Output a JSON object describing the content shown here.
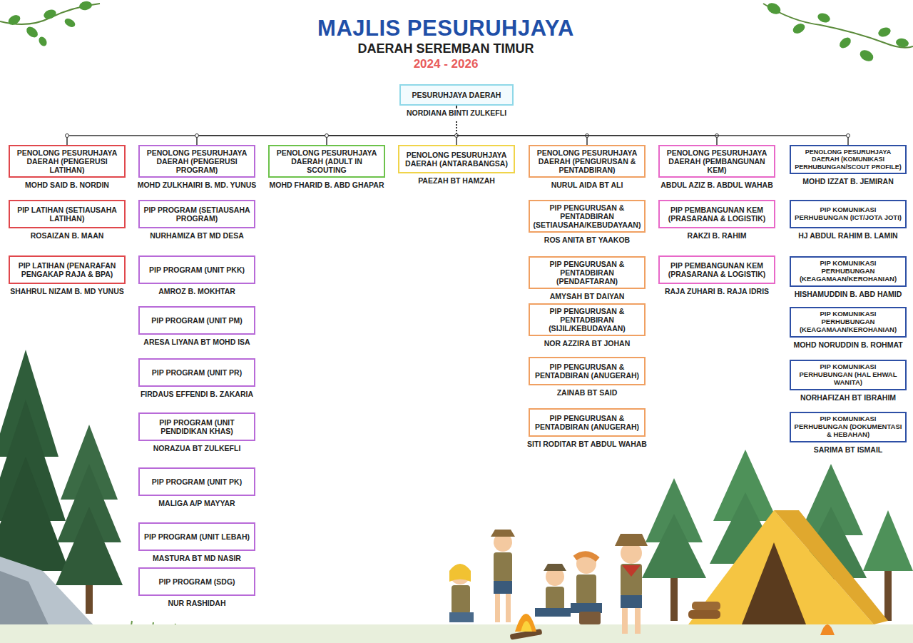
{
  "diagram": {
    "title": "MAJLIS PESURUHJAYA",
    "nodes": [
      {
        "text": [
          "PESURUHJAYA DAERAH",
          "NORDIANA BINTI ZULKEFLI"
        ]
      },
      {
        "text": [
          "PENOLONG PESURUHJAYA DAERAH (PENGERUSI LATIHAN)",
          "MOHD SAID B. NORDIN"
        ]
      },
      {
        "text": [
          "PENOLONG PESURUHJAYA DAERAH (PENGERUSI PROGRAM)",
          "MOHD ZULKHAIRI B. MD. YUNUS"
        ]
      },
      {
        "text": [
          "PENOLONG PESURUHJAYA DAERAH (ADULT IN SCOUTING",
          "MOHD FHARID B. ABD GHAPAR"
        ]
      },
      {
        "text": [
          "PENOLONG PESURUHJAYA DAERAH (ANTARABANGSA)",
          "PAEZAH BT HAMZAH"
        ]
      },
      {
        "text": [
          "PENOLONG PESURUHJAYA DAERAH (PENGURUSAN & PENTADBIRAN)",
          "NURUL AIDA BT ALI"
        ]
      },
      {
        "text": [
          "PENOLONG PESURUHJAYA DAERAH (PEMBANGUNAN KEM)",
          "ABDUL AZIZ B. ABDUL WAHAB"
        ]
      },
      {
        "text": [
          "PENOLONG PESURUHJAYA DAERAH (KOMUNIKASI PERHUBUNGAN/SCOUT PROFILE)",
          "MOHD IZZAT B. JEMIRAN"
        ]
      },
      {
        "text": [
          "PIP LATIHAN (SETIAUSAHA LATIHAN)",
          "ROSAIZAN B. MAAN"
        ]
      },
      {
        "text": [
          "PIP LATIHAN (PENARAFAN PENGAKAP RAJA & BPA)",
          "SHAHRUL NIZAM B. MD YUNUS"
        ]
      },
      {
        "text": [
          "PIP PROGRAM (SETIAUSAHA PROGRAM)",
          "NURHAMIZA BT MD DESA"
        ]
      },
      {
        "text": [
          "PIP PROGRAM (UNIT PKK)",
          "AMROZ B. MOKHTAR"
        ]
      },
      {
        "text": [
          "PIP PROGRAM (UNIT PM)",
          "ARESA LIYANA BT MOHD ISA"
        ]
      },
      {
        "text": [
          "PIP PROGRAM (UNIT PR)",
          "FIRDAUS EFFENDI B. ZAKARIA"
        ]
      },
      {
        "text": [
          "PIP PROGRAM (UNIT PENDIDIKAN KHAS)",
          "NORAZUA BT ZULKEFLI"
        ]
      },
      {
        "text": [
          "PIP PROGRAM (UNIT PK)",
          "MALIGA A/P MAYYAR"
        ]
      },
      {
        "text": [
          "PIP PROGRAM (UNIT LEBAH)",
          "MASTURA BT MD NASIR"
        ]
      },
      {
        "text": [
          "PIP PROGRAM (SDG)",
          "NUR RASHIDAH"
        ]
      },
      {
        "text": [
          "PIP PENGURUSAN & PENTADBIRAN (SETIAUSAHA/KEBUDAYAAN)",
          "ROS ANITA BT YAAKOB"
        ]
      },
      {
        "text": [
          "PIP PENGURUSAN & PENTADBIRAN (PENDAFTARAN)",
          "AMYSAH BT DAIYAN"
        ]
      },
      {
        "text": [
          "PIP PENGURUSAN & PENTADBIRAN (SIJIL/KEBUDAYAAN)",
          "NOR AZZIRA BT JOHAN"
        ]
      },
      {
        "text": [
          "PIP PENGURUSAN & PENTADBIRAN (ANUGERAH)",
          "ZAINAB BT SAID"
        ]
      },
      {
        "text": [
          "PIP PENGURUSAN & PENTADBIRAN (ANUGERAH)",
          "SITI RODITAR BT ABDUL WAHAB"
        ]
      },
      {
        "text": [
          "PIP PEMBANGUNAN KEM (PRASARANA & LOGISTIK)",
          "RAKZI B. RAHIM"
        ]
      },
      {
        "text": [
          "PIP PEMBANGUNAN KEM (PRASARANA & LOGISTIK)",
          "RAJA ZUHARI B. RAJA IDRIS"
        ]
      },
      {
        "text": [
          "PIP KOMUNIKASI PERHUBUNGAN (ICT/JOTA JOTI)",
          "HJ ABDUL RAHIM B. LAMIN"
        ]
      },
      {
        "text": [
          "PIP KOMUNIKASI PERHUBUNGAN (KEAGAMAAN/KEROHANIAN)",
          "HISHAMUDDIN B. ABD HAMID"
        ]
      },
      {
        "text": [
          "PIP KOMUNIKASI PERHUBUNGAN (KEAGAMAAN/KEROHANIAN)",
          "MOHD NORUDDIN B. ROHMAT"
        ]
      },
      {
        "text": [
          "PIP KOMUNIKASI PERHUBUNGAN (HAL EHWAL WANITA)",
          "NORHAFIZAH BT IBRAHIM"
        ]
      },
      {
        "text": [
          "PIP KOMUNIKASI PERHUBUNGAN (DOKUMENTASI & HEBAHAN)",
          "SARIMA BT ISMAIL"
        ]
      }
    ],
    "edges": [
      {
        "from": 0,
        "to": 1,
        "arrow": "none"
      },
      {
        "from": 0,
        "to": 2,
        "arrow": "none"
      },
      {
        "from": 0,
        "to": 3,
        "arrow": "none"
      },
      {
        "from": 0,
        "to": 4,
        "arrow": "none"
      },
      {
        "from": 0,
        "to": 5,
        "arrow": "none"
      },
      {
        "from": 0,
        "to": 6,
        "arrow": "none"
      },
      {
        "from": 0,
        "to": 7,
        "arrow": "none"
      }
    ],
    "labels": [
      "DAERAH SEREMBAN TIMUR",
      "2024 - 2026"
    ]
  }
}
